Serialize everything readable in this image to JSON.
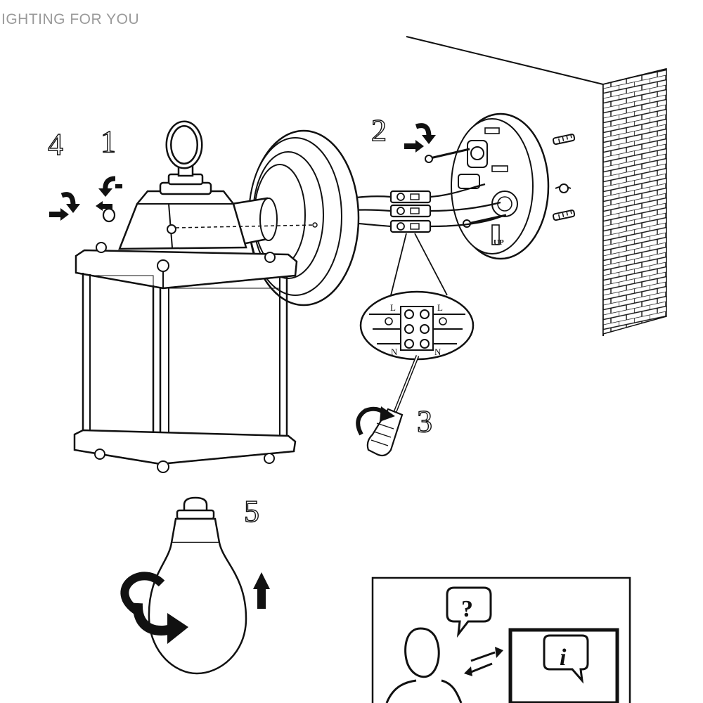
{
  "header": {
    "brand_text": "IGHTING FOR YOU"
  },
  "steps": [
    {
      "number": "4"
    },
    {
      "number": "1"
    },
    {
      "number": "2"
    },
    {
      "number": "3"
    },
    {
      "number": "5"
    }
  ],
  "terminal": {
    "labels": [
      "L",
      "L",
      "N",
      "N"
    ]
  },
  "mount_plate": {
    "up_mark": "UP"
  },
  "help_box": {
    "question_mark": "?",
    "info_mark": "i"
  },
  "colors": {
    "line": "#111111",
    "brand": "#9a9a9a",
    "background": "#ffffff"
  },
  "icons": [
    "arrow-right-icon",
    "rotate-arrow-icon",
    "user-silhouette-icon",
    "swap-arrows-icon",
    "question-bubble-icon",
    "info-bubble-icon"
  ]
}
